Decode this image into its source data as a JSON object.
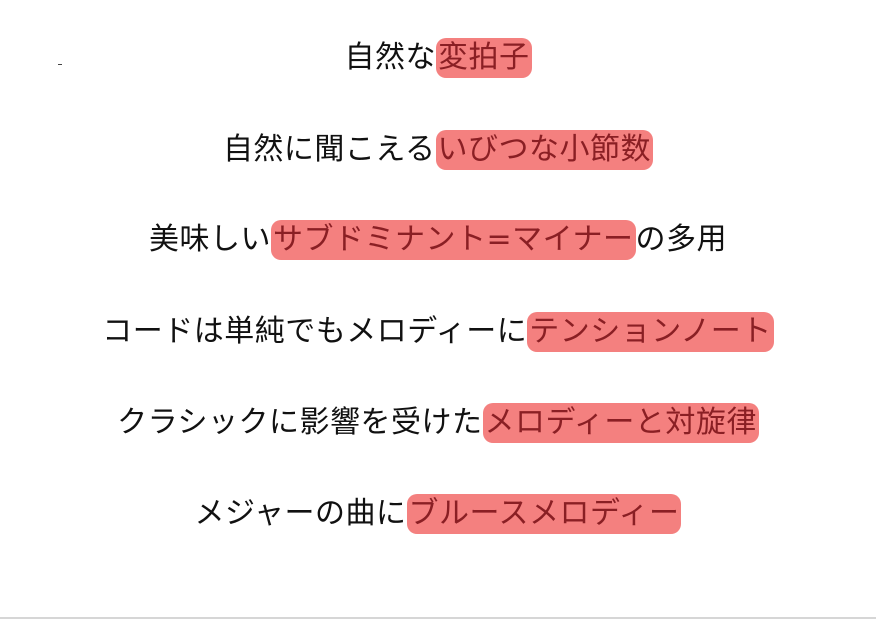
{
  "lines": [
    {
      "before": "自然な",
      "highlight": "変拍子",
      "after": ""
    },
    {
      "before": "自然に聞こえる",
      "highlight": "いびつな小節数",
      "after": ""
    },
    {
      "before": "美味しい",
      "highlight": "サブドミナント=マイナー",
      "after": "の多用"
    },
    {
      "before": "コードは単純でもメロディーに",
      "highlight": "テンションノート",
      "after": ""
    },
    {
      "before": "クラシックに影響を受けた",
      "highlight": "メロディーと対旋律",
      "after": ""
    },
    {
      "before": "メジャーの曲に",
      "highlight": "ブルースメロディー",
      "after": ""
    }
  ],
  "colors": {
    "highlight_bg": "#f4807f",
    "highlight_text": "#8a1f24",
    "text": "#111111"
  }
}
